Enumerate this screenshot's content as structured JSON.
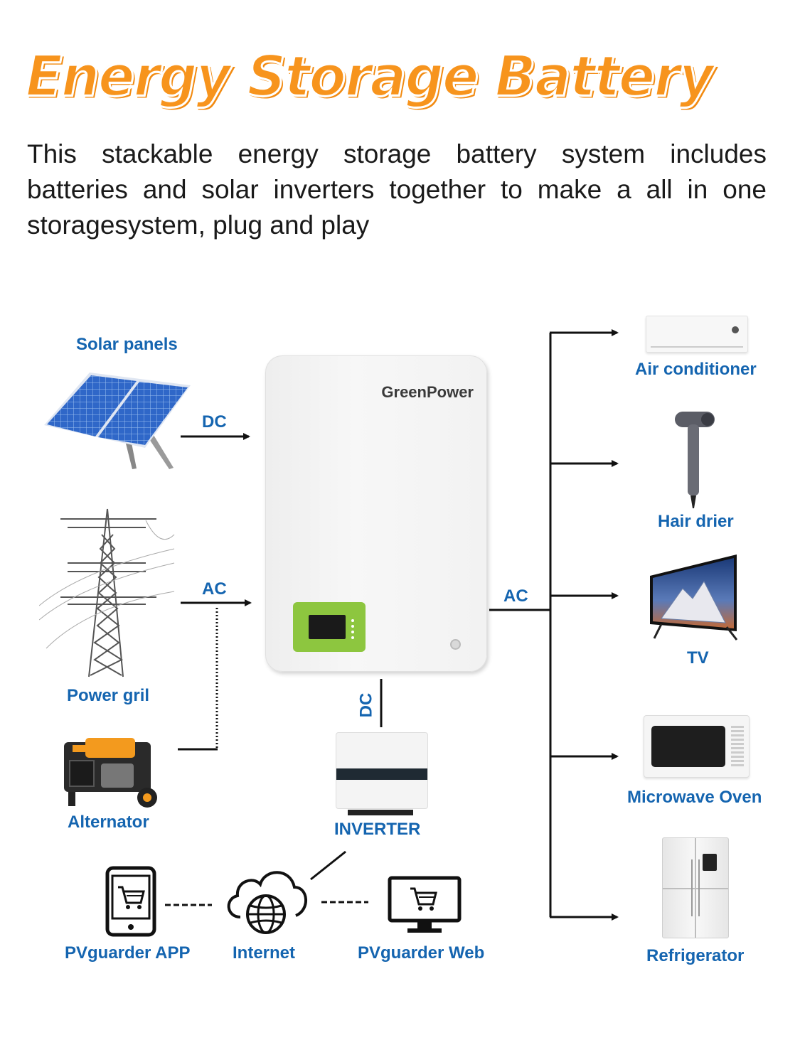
{
  "title": "Energy Storage Battery",
  "description": "This stackable energy storage battery system includes batteries and solar inverters together to make a all in one storagesystem, plug and play",
  "battery": {
    "brand": "GreenPower"
  },
  "inputs": {
    "solar": {
      "label": "Solar panels",
      "flow": "DC"
    },
    "grid": {
      "label": "Power gril",
      "flow": "AC"
    },
    "alternator": {
      "label": "Alternator"
    }
  },
  "inverter": {
    "label": "INVERTER",
    "flow": "DC"
  },
  "output_flow": "AC",
  "outputs": [
    {
      "label": "Air conditioner"
    },
    {
      "label": "Hair drier"
    },
    {
      "label": "TV"
    },
    {
      "label": "Microwave Oven"
    },
    {
      "label": "Refrigerator"
    }
  ],
  "monitoring": [
    {
      "label": "PVguarder APP"
    },
    {
      "label": "Internet"
    },
    {
      "label": "PVguarder Web"
    }
  ],
  "colors": {
    "title": "#f7941d",
    "label": "#1565b0",
    "battery_screen": "#8dc63f"
  }
}
